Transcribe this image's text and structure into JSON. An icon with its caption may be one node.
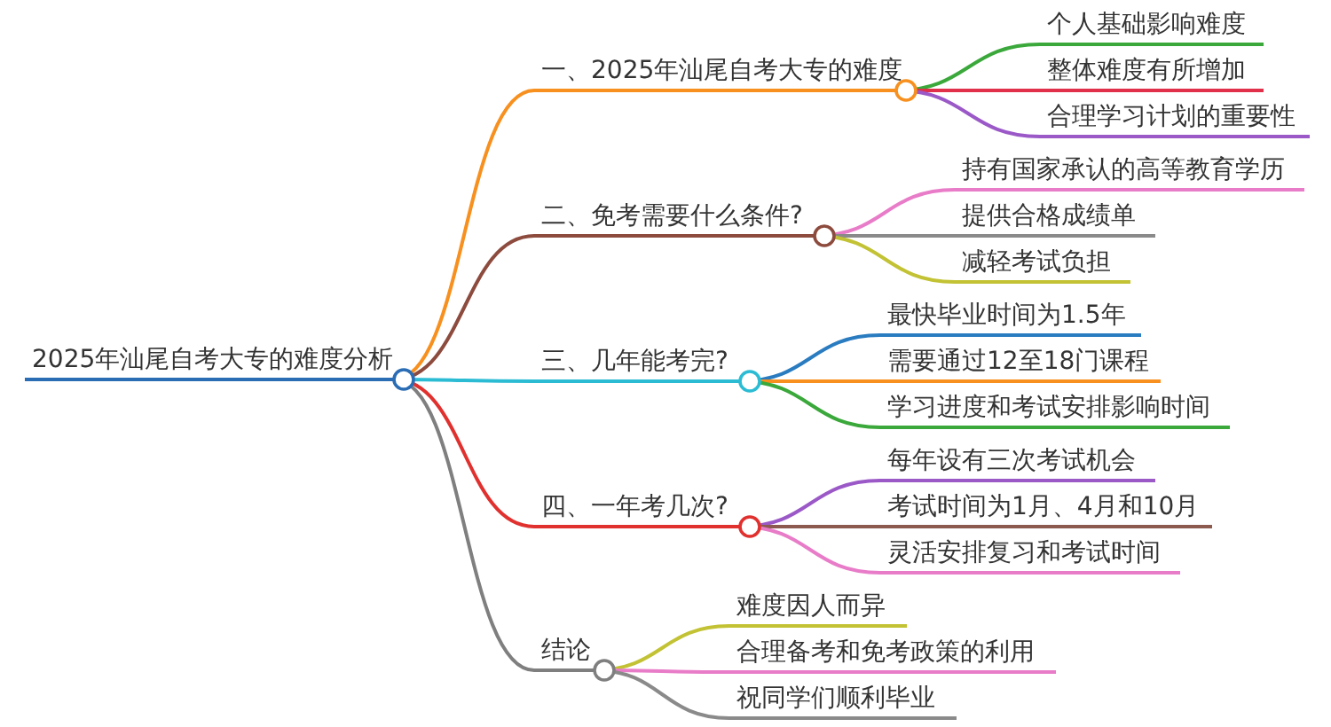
{
  "diagram": {
    "nodes": [
      {
        "text": [
          "2025年汕尾自考大专的难度分析"
        ]
      },
      {
        "text": [
          "一、2025年汕尾自考大专的难度"
        ]
      },
      {
        "text": [
          "个人基础影响难度"
        ]
      },
      {
        "text": [
          "整体难度有所增加"
        ]
      },
      {
        "text": [
          "合理学习计划的重要性"
        ]
      },
      {
        "text": [
          "二、免考需要什么条件?"
        ]
      },
      {
        "text": [
          "持有国家承认的高等教育学历"
        ]
      },
      {
        "text": [
          "提供合格成绩单"
        ]
      },
      {
        "text": [
          "减轻考试负担"
        ]
      },
      {
        "text": [
          "三、几年能考完?"
        ]
      },
      {
        "text": [
          "最快毕业时间为1.5年"
        ]
      },
      {
        "text": [
          "需要通过12至18门课程"
        ]
      },
      {
        "text": [
          "学习进度和考试安排影响时间"
        ]
      },
      {
        "text": [
          "四、一年考几次?"
        ]
      },
      {
        "text": [
          "每年设有三次考试机会"
        ]
      },
      {
        "text": [
          "考试时间为1月、4月和10月"
        ]
      },
      {
        "text": [
          "灵活安排复习和考试时间"
        ]
      },
      {
        "text": [
          "结论"
        ]
      },
      {
        "text": [
          "难度因人而异"
        ]
      },
      {
        "text": [
          "合理备考和免考政策的利用"
        ]
      },
      {
        "text": [
          "祝同学们顺利毕业"
        ]
      }
    ],
    "edges": [
      {
        "from": 0,
        "to": 1,
        "arrow": "none",
        "color": "#f7901e"
      },
      {
        "from": 1,
        "to": 2,
        "arrow": "none",
        "color": "#3aa83a"
      },
      {
        "from": 1,
        "to": 3,
        "arrow": "none",
        "color": "#e0304a"
      },
      {
        "from": 1,
        "to": 4,
        "arrow": "none",
        "color": "#9b59c8"
      },
      {
        "from": 0,
        "to": 5,
        "arrow": "none",
        "color": "#8d4b3e"
      },
      {
        "from": 5,
        "to": 6,
        "arrow": "none",
        "color": "#e87cc8"
      },
      {
        "from": 5,
        "to": 7,
        "arrow": "none",
        "color": "#8a8a8a"
      },
      {
        "from": 5,
        "to": 8,
        "arrow": "none",
        "color": "#c2c234"
      },
      {
        "from": 0,
        "to": 9,
        "arrow": "none",
        "color": "#2bbcd4"
      },
      {
        "from": 9,
        "to": 10,
        "arrow": "none",
        "color": "#2a7cc0"
      },
      {
        "from": 9,
        "to": 11,
        "arrow": "none",
        "color": "#f7901e"
      },
      {
        "from": 9,
        "to": 12,
        "arrow": "none",
        "color": "#3aa83a"
      },
      {
        "from": 0,
        "to": 13,
        "arrow": "none",
        "color": "#e0312f"
      },
      {
        "from": 13,
        "to": 14,
        "arrow": "none",
        "color": "#9b59c8"
      },
      {
        "from": 13,
        "to": 15,
        "arrow": "none",
        "color": "#8d5a50"
      },
      {
        "from": 13,
        "to": 16,
        "arrow": "none",
        "color": "#e87cc8"
      },
      {
        "from": 0,
        "to": 17,
        "arrow": "none",
        "color": "#7f7f7f"
      },
      {
        "from": 17,
        "to": 18,
        "arrow": "none",
        "color": "#c2c234"
      },
      {
        "from": 17,
        "to": 19,
        "arrow": "none",
        "color": "#e87cc8"
      },
      {
        "from": 17,
        "to": 20,
        "arrow": "none",
        "color": "#8a8a8a"
      }
    ]
  }
}
